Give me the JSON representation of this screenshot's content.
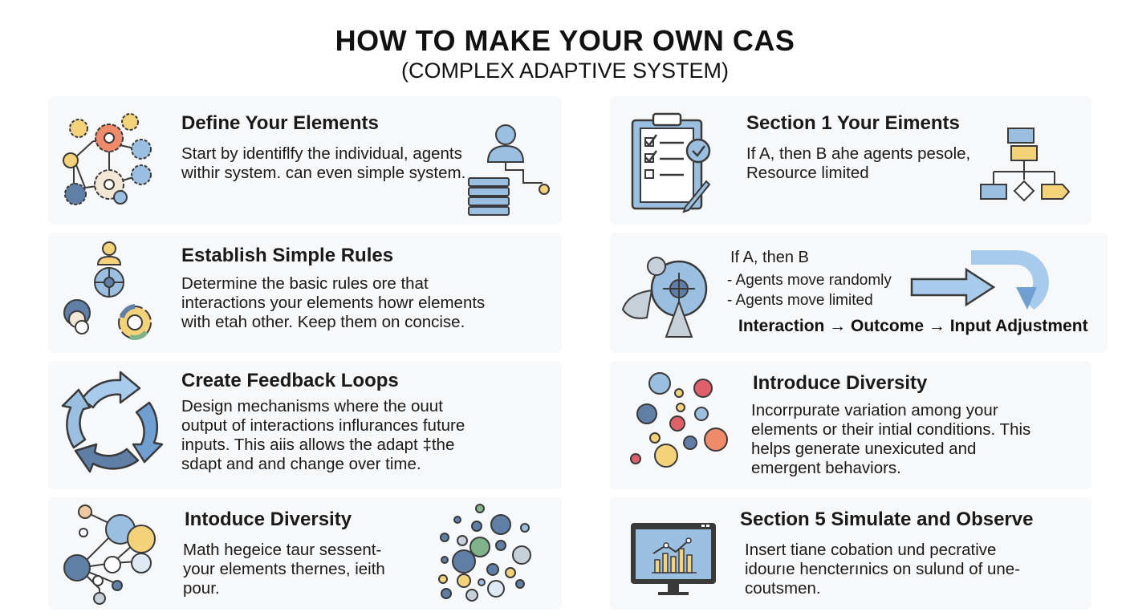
{
  "title": "HOW TO MAKE YOUR OWN CAS",
  "subtitle": "(COMPLEX ADAPTIVE SYSTEM)",
  "left_sections": [
    {
      "heading": "Define Your Elements",
      "lines": [
        "Start by identiflfy the individual, agents",
        "withir system. can even simple system."
      ]
    },
    {
      "heading": "Establish Simple Rules",
      "lines": [
        "Determine the basic rules ore that",
        "interactions your elements howr elements",
        "with etah other. Keep them on concise."
      ]
    },
    {
      "heading": "Create Feedback Loops",
      "lines": [
        "Design mechanisms where the ouut",
        "output of interactions influrances future",
        "inputs. This aiis allows the adapt ‡the",
        "sdapt and and change over time."
      ]
    },
    {
      "heading": "Intoduce Diversity",
      "lines": [
        "Math hegeice taur sessent-",
        "your elements thernes, ieith",
        "pour."
      ]
    }
  ],
  "right_sections": [
    {
      "heading": "Section 1 Your Eiments",
      "lines": [
        "If A, then B ahe agents pesole,",
        "Resource limited"
      ]
    },
    {
      "rule_title": "If A, then B",
      "bullets": [
        "- Agents move randomly",
        "- Agents move limited"
      ],
      "flow": "Interaction → Outcome → Input Adjustment"
    },
    {
      "heading": "Introduce Diversity",
      "lines": [
        "Incorrpurate variation among your",
        "elements or their intial conditions. This",
        "helps generate unexicuted and",
        "emergent behaviors."
      ]
    },
    {
      "heading": "Section 5 Simulate and Observe",
      "lines": [
        "Insert tiane cobation und pecrative",
        "idourıe hencterınics on sulund of une-",
        "coutsmen."
      ]
    }
  ],
  "colors": {
    "blue": "#9bbfe0",
    "dark_blue": "#5f7fa6",
    "yellow": "#f3d27a",
    "orange": "#ef8a6a",
    "red": "#e0606a",
    "outline": "#3a3a3a",
    "arrow_light": "#a8cbec"
  },
  "icons": [
    "gears-network-icon",
    "user-server-icon",
    "checklist-clipboard-icon",
    "flowchart-icon",
    "people-network-icon",
    "agent-shapes-icon",
    "arrow-right-icon",
    "loop-arrow-icon",
    "cycle-arrows-icon",
    "colored-dots-icon",
    "bubble-network-icon",
    "dot-cluster-icon",
    "monitor-chart-icon"
  ]
}
